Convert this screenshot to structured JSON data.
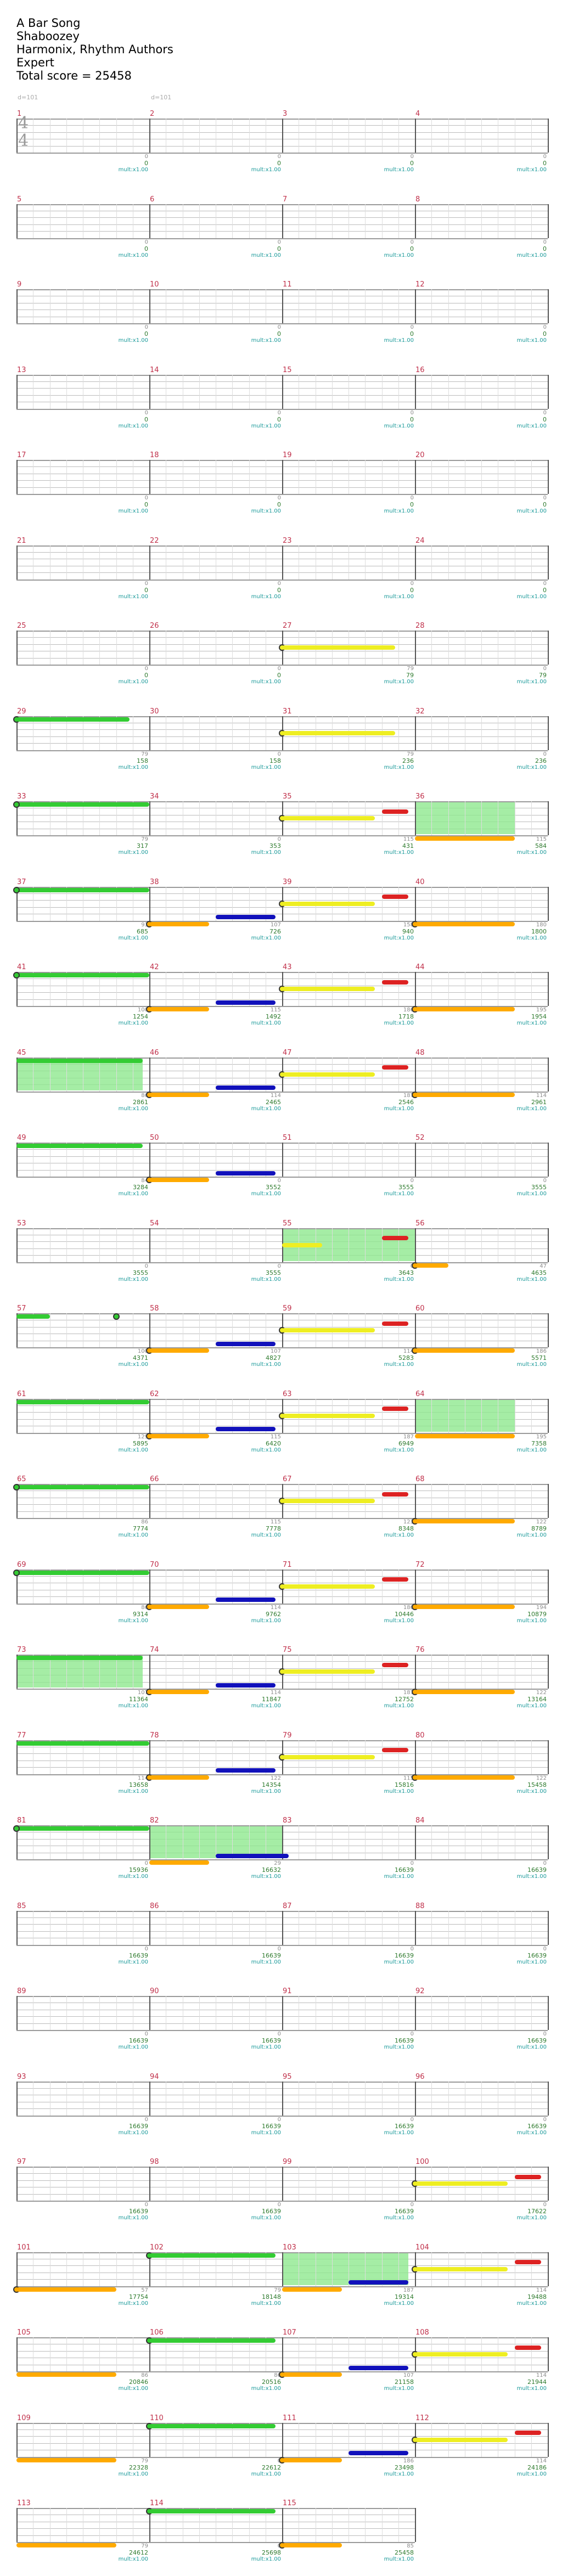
{
  "song": {
    "title": "A Bar Song",
    "artist": "Shaboozey",
    "charter": "Harmonix, Rhythm Authors",
    "difficulty": "Expert",
    "total_label": "Total score = 25458"
  },
  "tempo_marks": [
    "d=101",
    "d=101"
  ],
  "time_signature": {
    "top": "4",
    "bottom": "4"
  },
  "multiplier_label": "mult:x1.00",
  "colors": {
    "green": "#33cc33",
    "red": "#dd2222",
    "yellow": "#eeee22",
    "blue": "#1111bb",
    "orange": "#ffaa00",
    "highlight": "#8ee88e"
  },
  "systems": [
    {
      "measures": [
        1,
        2,
        3,
        4
      ],
      "small": [
        "0",
        "0",
        "0",
        "0"
      ],
      "scores": [
        "0",
        "0",
        "0",
        "0"
      ]
    },
    {
      "measures": [
        5,
        6,
        7,
        8
      ],
      "small": [
        "0",
        "0",
        "0",
        "0"
      ],
      "scores": [
        "0",
        "0",
        "0",
        "0"
      ]
    },
    {
      "measures": [
        9,
        10,
        11,
        12
      ],
      "small": [
        "0",
        "0",
        "0",
        "0"
      ],
      "scores": [
        "0",
        "0",
        "0",
        "0"
      ]
    },
    {
      "measures": [
        13,
        14,
        15,
        16
      ],
      "small": [
        "0",
        "0",
        "0",
        "0"
      ],
      "scores": [
        "0",
        "0",
        "0",
        "0"
      ]
    },
    {
      "measures": [
        17,
        18,
        19,
        20
      ],
      "small": [
        "0",
        "0",
        "0",
        "0"
      ],
      "scores": [
        "0",
        "0",
        "0",
        "0"
      ]
    },
    {
      "measures": [
        21,
        22,
        23,
        24
      ],
      "small": [
        "0",
        "0",
        "0",
        "0"
      ],
      "scores": [
        "0",
        "0",
        "0",
        "0"
      ]
    },
    {
      "measures": [
        25,
        26,
        27,
        28
      ],
      "small": [
        "0",
        "0",
        "79",
        "0"
      ],
      "scores": [
        "0",
        "0",
        "79",
        "79"
      ]
    },
    {
      "measures": [
        29,
        30,
        31,
        32
      ],
      "small": [
        "79",
        "0",
        "79",
        "0"
      ],
      "scores": [
        "158",
        "158",
        "236",
        "236"
      ]
    },
    {
      "measures": [
        33,
        34,
        35,
        36
      ],
      "small": [
        "79",
        "0",
        "115",
        "115"
      ],
      "scores": [
        "317",
        "353",
        "431",
        "584"
      ]
    },
    {
      "measures": [
        37,
        38,
        39,
        40
      ],
      "small": [
        "93",
        "107",
        "158",
        "180"
      ],
      "scores": [
        "685",
        "726",
        "940",
        "1800"
      ]
    },
    {
      "measures": [
        41,
        42,
        43,
        44
      ],
      "small": [
        "100",
        "115",
        "186",
        "195"
      ],
      "scores": [
        "1254",
        "1492",
        "1718",
        "1954"
      ]
    },
    {
      "measures": [
        45,
        46,
        47,
        48
      ],
      "small": [
        "86",
        "114",
        "187",
        "114"
      ],
      "scores": [
        "2861",
        "2465",
        "2546",
        "2961"
      ]
    },
    {
      "measures": [
        49,
        50,
        51,
        52
      ],
      "small": [
        "84",
        "0",
        "0",
        "0"
      ],
      "scores": [
        "3284",
        "3552",
        "3555",
        "3555"
      ]
    },
    {
      "measures": [
        53,
        54,
        55,
        56
      ],
      "small": [
        "0",
        "0",
        "0",
        "47"
      ],
      "scores": [
        "3555",
        "3555",
        "3643",
        "4635"
      ]
    },
    {
      "measures": [
        57,
        58,
        59,
        60
      ],
      "small": [
        "100",
        "107",
        "114",
        "186"
      ],
      "scores": [
        "4371",
        "4827",
        "5283",
        "5571"
      ]
    },
    {
      "measures": [
        61,
        62,
        63,
        64
      ],
      "small": [
        "129",
        "115",
        "187",
        "195"
      ],
      "scores": [
        "5895",
        "6420",
        "6949",
        "7358"
      ]
    },
    {
      "measures": [
        65,
        66,
        67,
        68
      ],
      "small": [
        "86",
        "115",
        "123",
        "122"
      ],
      "scores": [
        "7774",
        "7778",
        "8348",
        "8789"
      ]
    },
    {
      "measures": [
        69,
        70,
        71,
        72
      ],
      "small": [
        "86",
        "114",
        "186",
        "194"
      ],
      "scores": [
        "9314",
        "9762",
        "10446",
        "10879"
      ]
    },
    {
      "measures": [
        73,
        74,
        75,
        76
      ],
      "small": [
        "107",
        "114",
        "187",
        "122"
      ],
      "scores": [
        "11364",
        "11847",
        "12752",
        "13164"
      ]
    },
    {
      "measures": [
        77,
        78,
        79,
        80
      ],
      "small": [
        "114",
        "122",
        "115",
        "122"
      ],
      "scores": [
        "13658",
        "14354",
        "15816",
        "15458"
      ]
    },
    {
      "measures": [
        81,
        82,
        83,
        84
      ],
      "small": [
        "0",
        "29",
        "0",
        "0"
      ],
      "scores": [
        "15936",
        "16632",
        "16639",
        "16639"
      ]
    },
    {
      "measures": [
        85,
        86,
        87,
        88
      ],
      "small": [
        "0",
        "0",
        "0",
        "0"
      ],
      "scores": [
        "16639",
        "16639",
        "16639",
        "16639"
      ]
    },
    {
      "measures": [
        89,
        90,
        91,
        92
      ],
      "small": [
        "0",
        "0",
        "0",
        "0"
      ],
      "scores": [
        "16639",
        "16639",
        "16639",
        "16639"
      ]
    },
    {
      "measures": [
        93,
        94,
        95,
        96
      ],
      "small": [
        "0",
        "0",
        "0",
        "0"
      ],
      "scores": [
        "16639",
        "16639",
        "16639",
        "16639"
      ]
    },
    {
      "measures": [
        97,
        98,
        99,
        100
      ],
      "small": [
        "0",
        "0",
        "0",
        "0"
      ],
      "scores": [
        "16639",
        "16639",
        "16639",
        "17622"
      ]
    },
    {
      "measures": [
        101,
        102,
        103,
        104
      ],
      "small": [
        "57",
        "79",
        "187",
        "114"
      ],
      "scores": [
        "17754",
        "18148",
        "19314",
        "19488"
      ]
    },
    {
      "measures": [
        105,
        106,
        107,
        108
      ],
      "small": [
        "86",
        "86",
        "107",
        "114"
      ],
      "scores": [
        "20846",
        "20516",
        "21158",
        "21944"
      ]
    },
    {
      "measures": [
        109,
        110,
        111,
        112
      ],
      "small": [
        "79",
        "0",
        "186",
        "114"
      ],
      "scores": [
        "22328",
        "22612",
        "23498",
        "24186"
      ]
    },
    {
      "measures": [
        113,
        114,
        115
      ],
      "small": [
        "79",
        "0",
        "85"
      ],
      "scores": [
        "24612",
        "25698",
        "25458"
      ]
    }
  ]
}
